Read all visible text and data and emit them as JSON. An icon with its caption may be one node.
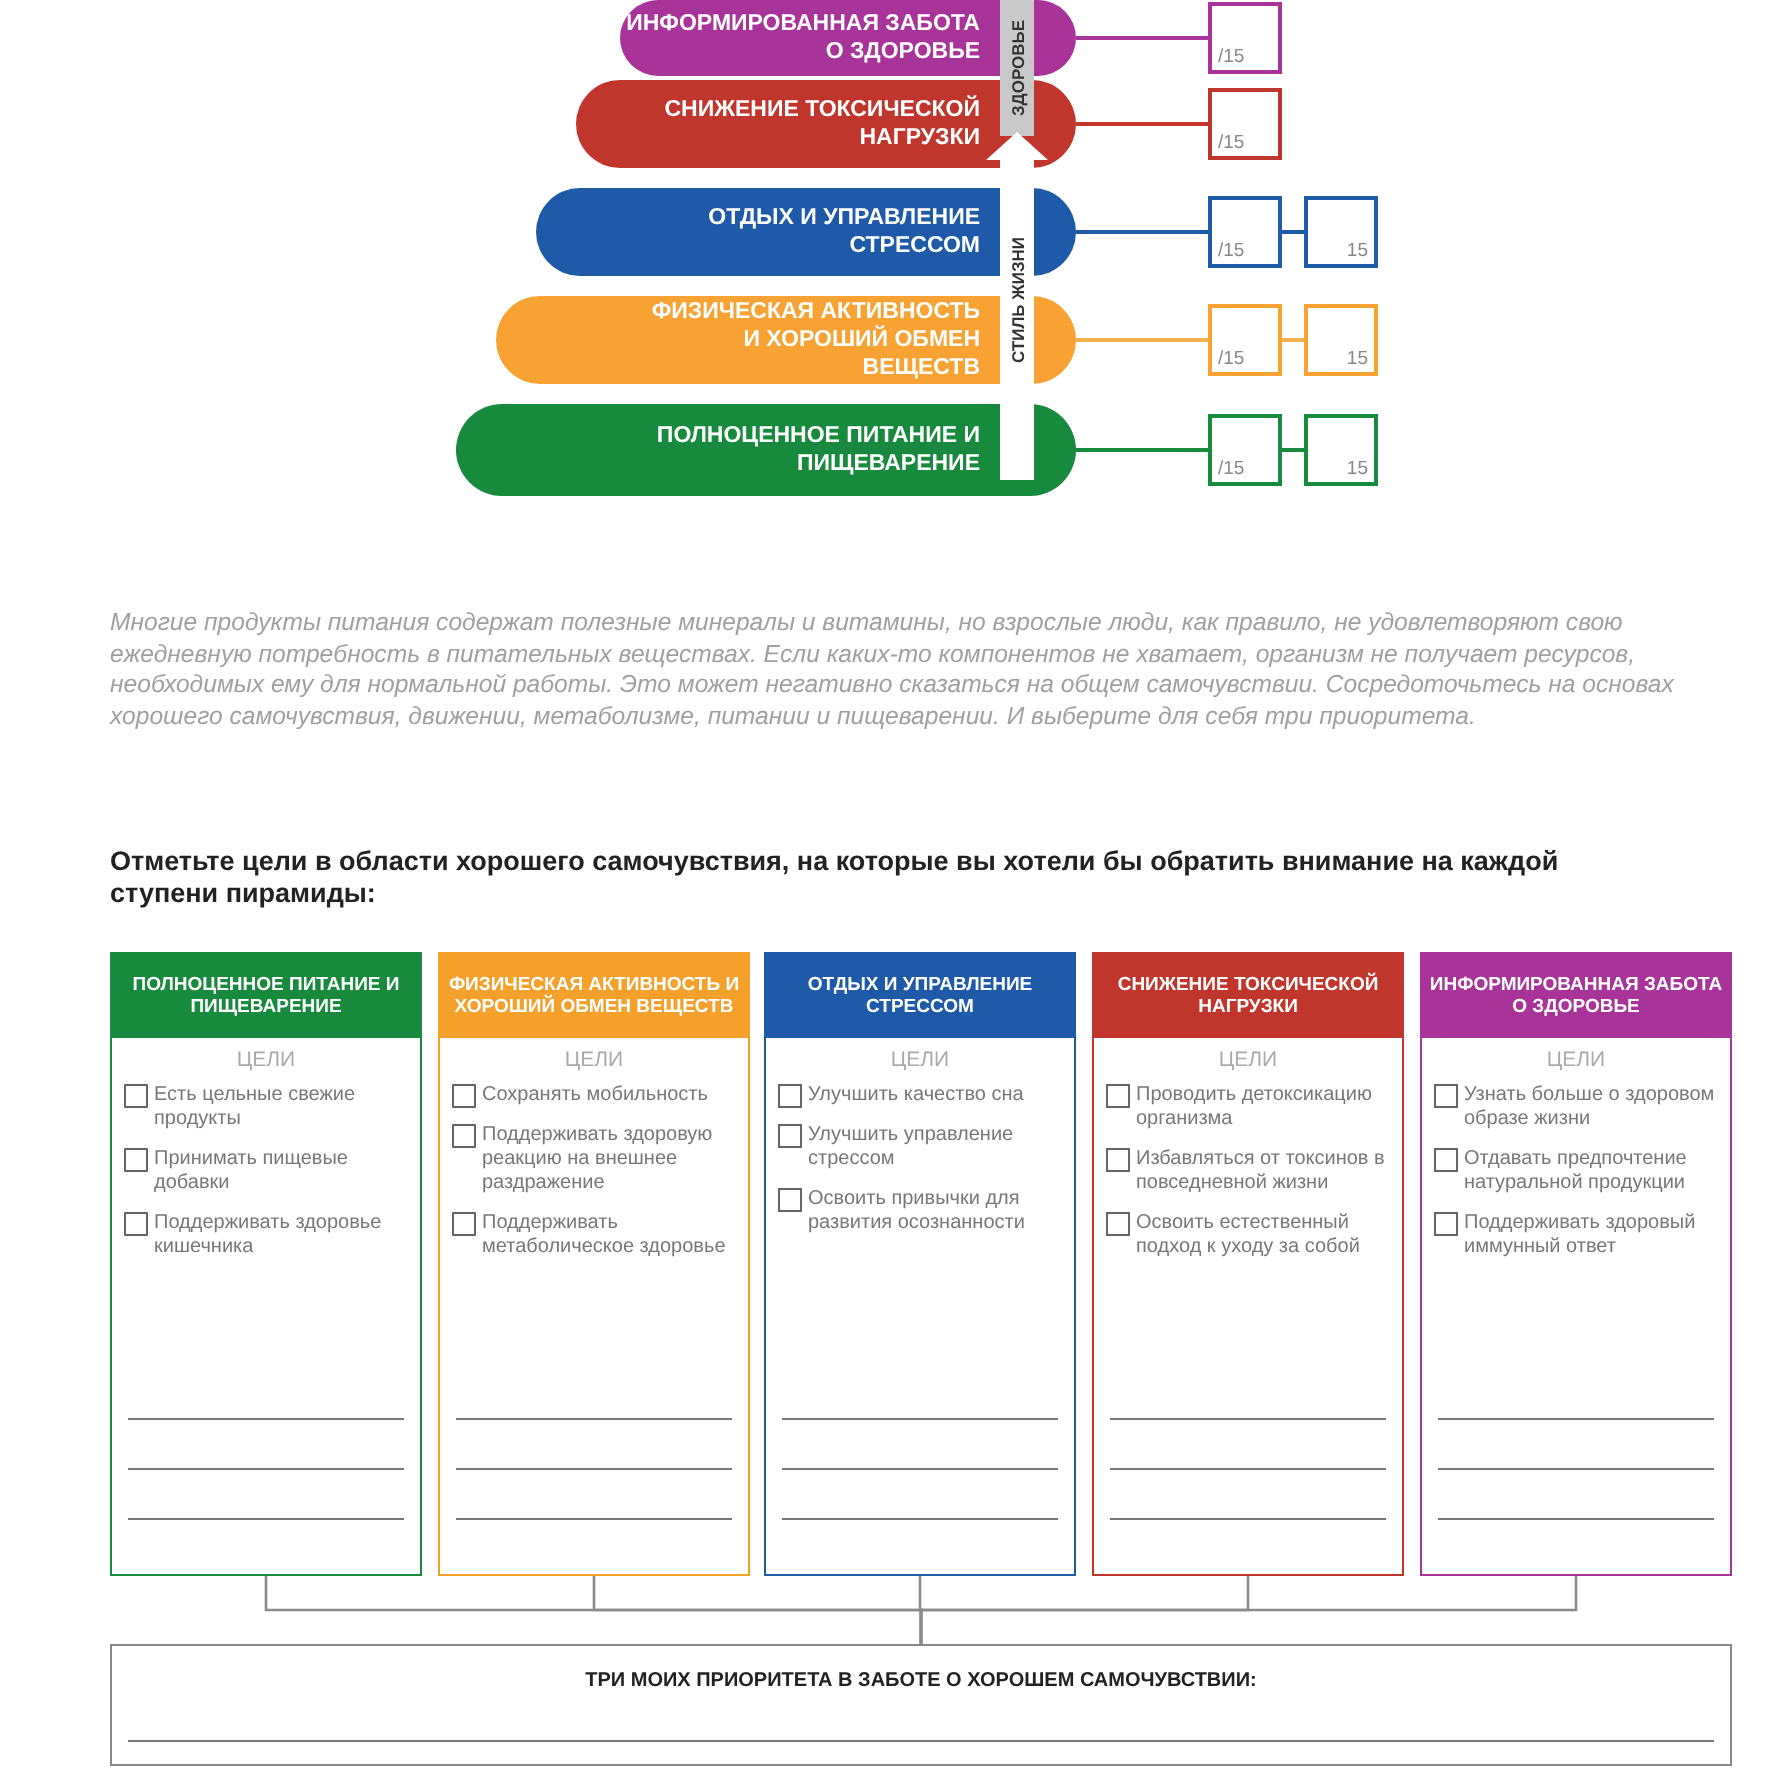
{
  "diagram": {
    "nodes": [
      {
        "text": [
          "ИНФОРМИРОВАННАЯ ЗАБОТА О ЗДОРОВЬЕ"
        ]
      },
      {
        "text": [
          "/15"
        ]
      },
      {
        "text": [
          "СНИЖЕНИЕ ТОКСИЧЕСКОЙ НАГРУЗКИ"
        ]
      },
      {
        "text": [
          "/15"
        ]
      },
      {
        "text": [
          "ОТДЫХ И УПРАВЛЕНИЕ СТРЕССОМ"
        ]
      },
      {
        "text": [
          "/15"
        ]
      },
      {
        "text": [
          "15"
        ]
      },
      {
        "text": [
          "ФИЗИЧЕСКАЯ АКТИВНОСТЬ И ХОРОШИЙ ОБМЕН ВЕЩЕСТВ"
        ]
      },
      {
        "text": [
          "/15"
        ]
      },
      {
        "text": [
          "15"
        ]
      },
      {
        "text": [
          "ПОЛНОЦЕННОЕ ПИТАНИЕ И ПИЩЕВАРЕНИЕ"
        ]
      },
      {
        "text": [
          "/15"
        ]
      },
      {
        "text": [
          "15"
        ]
      },
      {
        "text": [
          "ПОЛНОЦЕННОЕ ПИТАНИЕ И ПИЩЕВАРЕНИЕ",
          "ЦЕЛИ",
          "Есть цельные свежие продукты",
          "Принимать пищевые добавки",
          "Поддерживать здоровье кишечника"
        ]
      },
      {
        "text": [
          "ФИЗИЧЕСКАЯ АКТИВНОСТЬ И ХОРОШИЙ ОБМЕН ВЕЩЕСТВ",
          "ЦЕЛИ",
          "Сохранять мобильность",
          "Поддерживать здоровую реакцию на внешнее раздражение",
          "Поддерживать метаболическое здоровье"
        ]
      },
      {
        "text": [
          "ОТДЫХ И УПРАВЛЕНИЕ СТРЕССОМ",
          "ЦЕЛИ",
          "Улучшить качество сна",
          "Улучшить управление стрессом",
          "Освоить привычки для развития осознанности"
        ]
      },
      {
        "text": [
          "СНИЖЕНИЕ ТОКСИЧЕСКОЙ НАГРУЗКИ",
          "ЦЕЛИ",
          "Проводить детоксикацию организма",
          "Избавляться от токсинов в повседневной жизни",
          "Освоить естественный подход к уходу за собой"
        ]
      },
      {
        "text": [
          "ИНФОРМИРОВАННАЯ ЗАБОТА О ЗДОРОВЬЕ",
          "ЦЕЛИ",
          "Узнать больше о здоровом образе жизни",
          "Отдавать предпочтение натуральной продукции",
          "Поддерживать здоровый иммунный ответ"
        ]
      },
      {
        "text": [
          "ТРИ МОИХ ПРИОРИТЕТА В ЗАБОТЕ О ХОРОШЕМ САМОЧУВСТВИИ:"
        ]
      }
    ],
    "edges": [
      {
        "from": 0,
        "to": 1,
        "arrow": "none",
        "color": "#a8349a"
      },
      {
        "from": 2,
        "to": 3,
        "arrow": "none",
        "color": "#c0362c"
      },
      {
        "from": 4,
        "to": 5,
        "arrow": "none",
        "color": "#1e5aa8"
      },
      {
        "from": 5,
        "to": 6,
        "arrow": "none",
        "color": "#1e5aa8"
      },
      {
        "from": 7,
        "to": 8,
        "arrow": "none",
        "color": "#f2b14a"
      },
      {
        "from": 8,
        "to": 9,
        "arrow": "none",
        "color": "#f2b14a"
      },
      {
        "from": 10,
        "to": 11,
        "arrow": "none",
        "color": "#178a3e"
      },
      {
        "from": 11,
        "to": 12,
        "arrow": "none",
        "color": "#178a3e"
      },
      {
        "from": 13,
        "to": 18,
        "arrow": "none"
      },
      {
        "from": 14,
        "to": 18,
        "arrow": "none"
      },
      {
        "from": 15,
        "to": 18,
        "arrow": "none"
      },
      {
        "from": 16,
        "to": 18,
        "arrow": "none"
      },
      {
        "from": 17,
        "to": 18,
        "arrow": "none"
      }
    ],
    "labels": [
      "ЗДОРОВЬЕ",
      "СТИЛЬ ЖИЗНИ",
      "Многие продукты питания содержат полезные минералы и витамины, но взрослые люди, как правило, не удовлетворяют свою ежедневную потребность в питательных веществах. Если каких-то компонентов не хватает, организм не получает ресурсов, необходимых ему для нормальной работы. Это может негативно сказаться на общем самочувствии. Сосредоточьтесь на основах хорошего самочувствия, движении, метаболизме, питании и пищеварении. И выберите для себя три приоритета.",
      "Отметьте цели в области хорошего самочувствия, на которые вы хотели бы обратить внимание на каждой ступени пирамиды:"
    ]
  }
}
